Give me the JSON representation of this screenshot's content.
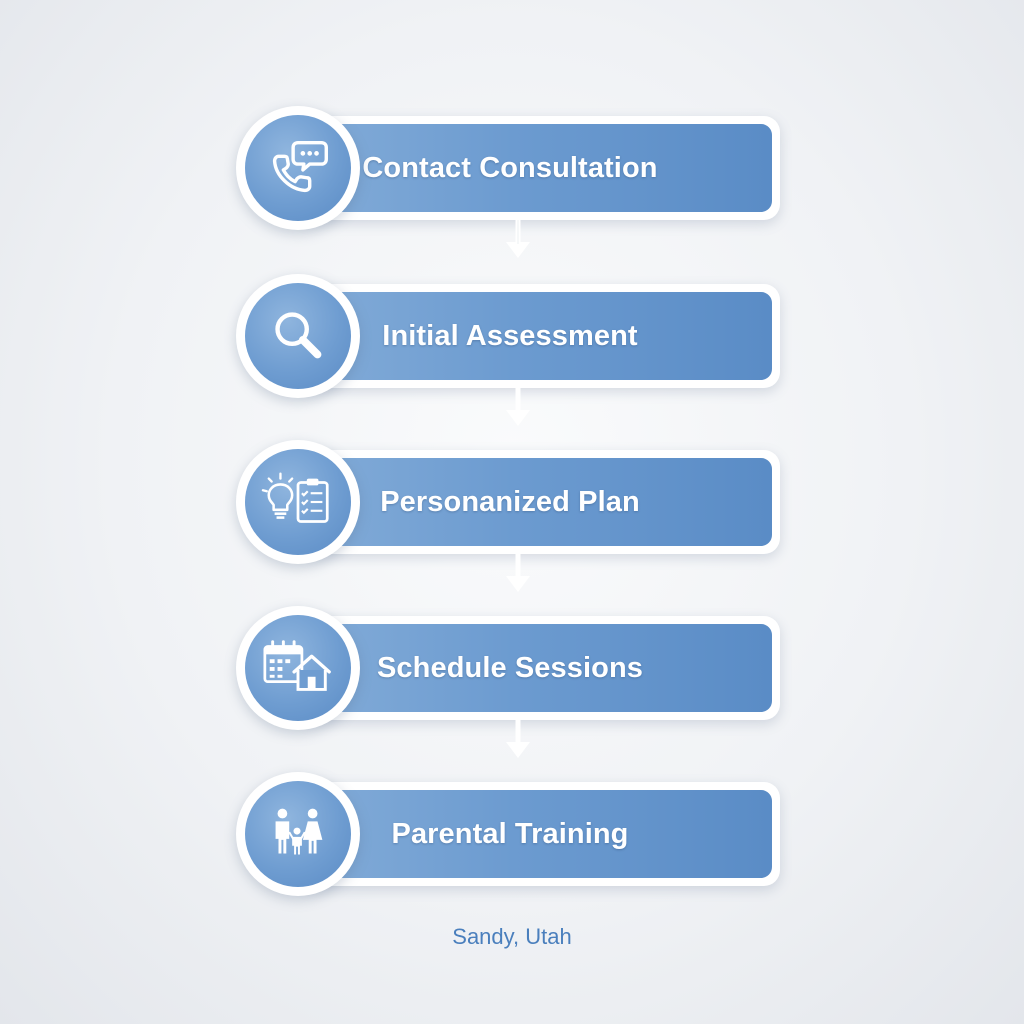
{
  "steps": [
    {
      "label": "Contact Consultation",
      "icon": "phone-chat-icon"
    },
    {
      "label": "Initial Assessment",
      "icon": "magnifier-icon"
    },
    {
      "label": "Personanized Plan",
      "icon": "lightbulb-checklist-icon"
    },
    {
      "label": "Schedule Sessions",
      "icon": "calendar-house-icon"
    },
    {
      "label": "Parental Training",
      "icon": "family-icon"
    }
  ],
  "caption": "Sandy, Utah",
  "colors": {
    "bar_start": "#83acd8",
    "bar_end": "#5a8cc6",
    "caption": "#4a7fbd",
    "background": "#f0f2f5"
  }
}
